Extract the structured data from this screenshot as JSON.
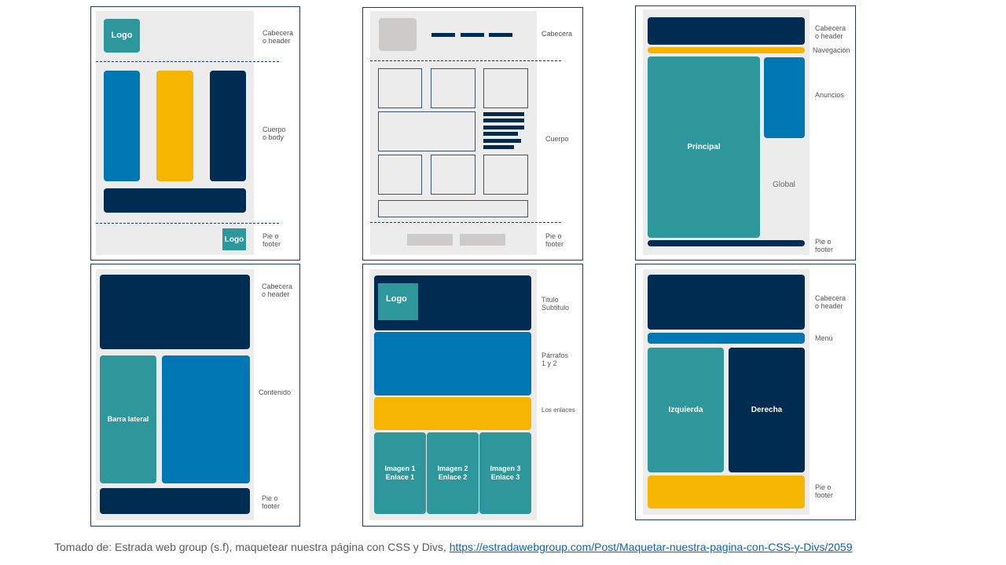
{
  "colors": {
    "navy": "#012c52",
    "blue": "#0077b3",
    "yellow": "#f6b500",
    "teal": "#2e979c",
    "gray": "#ececec"
  },
  "p1": {
    "logo": "Logo",
    "footer_logo": "Logo",
    "l1": "Cabecera\no header",
    "l2": "Cuerpo\no body",
    "l3": "Pie o\nfooter"
  },
  "p2": {
    "l1": "Cabecera",
    "l2": "Cuerpo",
    "l3": "Pie o\nfooter"
  },
  "p3": {
    "principal": "Principal",
    "global": "Global",
    "l1": "Cabecera\no header",
    "l2": "Navegación",
    "l3": "Anuncios",
    "l4": "Pie o\nfooter"
  },
  "p4": {
    "sidebar": "Barra lateral",
    "l1": "Cabecera\no header",
    "l2": "Contenido",
    "l3": "Pie o\nfooter"
  },
  "p5": {
    "logo": "Logo",
    "img1": "Imagen 1\nEnlace 1",
    "img2": "Imagen 2\nEnlace 2",
    "img3": "Imagen 3\nEnlace 3",
    "l1": "Titulo\nSubtitulo",
    "l2": "Párrafos\n1 y 2",
    "l3": "Los enlaces"
  },
  "p6": {
    "left": "Izquierda",
    "right": "Derecha",
    "l1": "Cabecera\no header",
    "l2": "Menú",
    "l3": "Pie o\nfooter"
  },
  "caption": {
    "text": "Tomado de: Estrada web group (s.f), maquetear nuestra página con CSS y Divs, ",
    "link": "https://estradawebgroup.com/Post/Maquetar-nuestra-pagina-con-CSS-y-Divs/2059"
  }
}
